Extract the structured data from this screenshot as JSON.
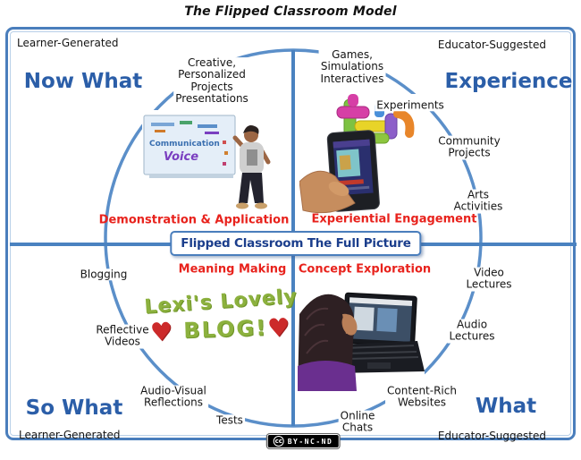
{
  "title": "The Flipped Classroom Model",
  "corners": {
    "top_left": "Learner-Generated",
    "top_right": "Educator-Suggested",
    "bottom_left": "Learner-Generated",
    "bottom_right": "Educator-Suggested"
  },
  "headings": {
    "top_left": "Now What",
    "top_right": "Experience",
    "bottom_left": "So What",
    "bottom_right": "What"
  },
  "red_labels": {
    "top_left": "Demonstration & Application",
    "top_right": "Experiential Engagement",
    "bottom_left": "Meaning Making",
    "bottom_right": "Concept Exploration"
  },
  "center_box": "Flipped Classroom The Full Picture",
  "nodes": {
    "creative": "Creative,\nPersonalized\nProjects\nPresentations",
    "games": "Games,\nSimulations\nInteractives",
    "experiments": "Experiments",
    "community": "Community\nProjects",
    "arts": "Arts\nActivities",
    "video": "Video\nLectures",
    "audio": "Audio\nLectures",
    "content": "Content-Rich\nWebsites",
    "online": "Online\nChats",
    "blogging": "Blogging",
    "reflective": "Reflective\nVideos",
    "av": "Audio-Visual\nReflections",
    "tests": "Tests"
  },
  "images": {
    "whiteboard_word_main": "Communication",
    "whiteboard_word_accent": "Voice",
    "blog_line1": "Lexi's Lovely",
    "blog_line2": "BLOG!",
    "heart": "♥"
  },
  "license": {
    "cc": "cc",
    "label": "BY-NC-ND"
  },
  "colors": {
    "line_blue": "#5b8fc9",
    "border_blue": "#4a7ebc",
    "heading_blue": "#2b5ea8",
    "navy": "#1b3e8c",
    "red": "#e8221c",
    "blog_green": "#8cb13e",
    "heart_red": "#cc2a2a"
  }
}
